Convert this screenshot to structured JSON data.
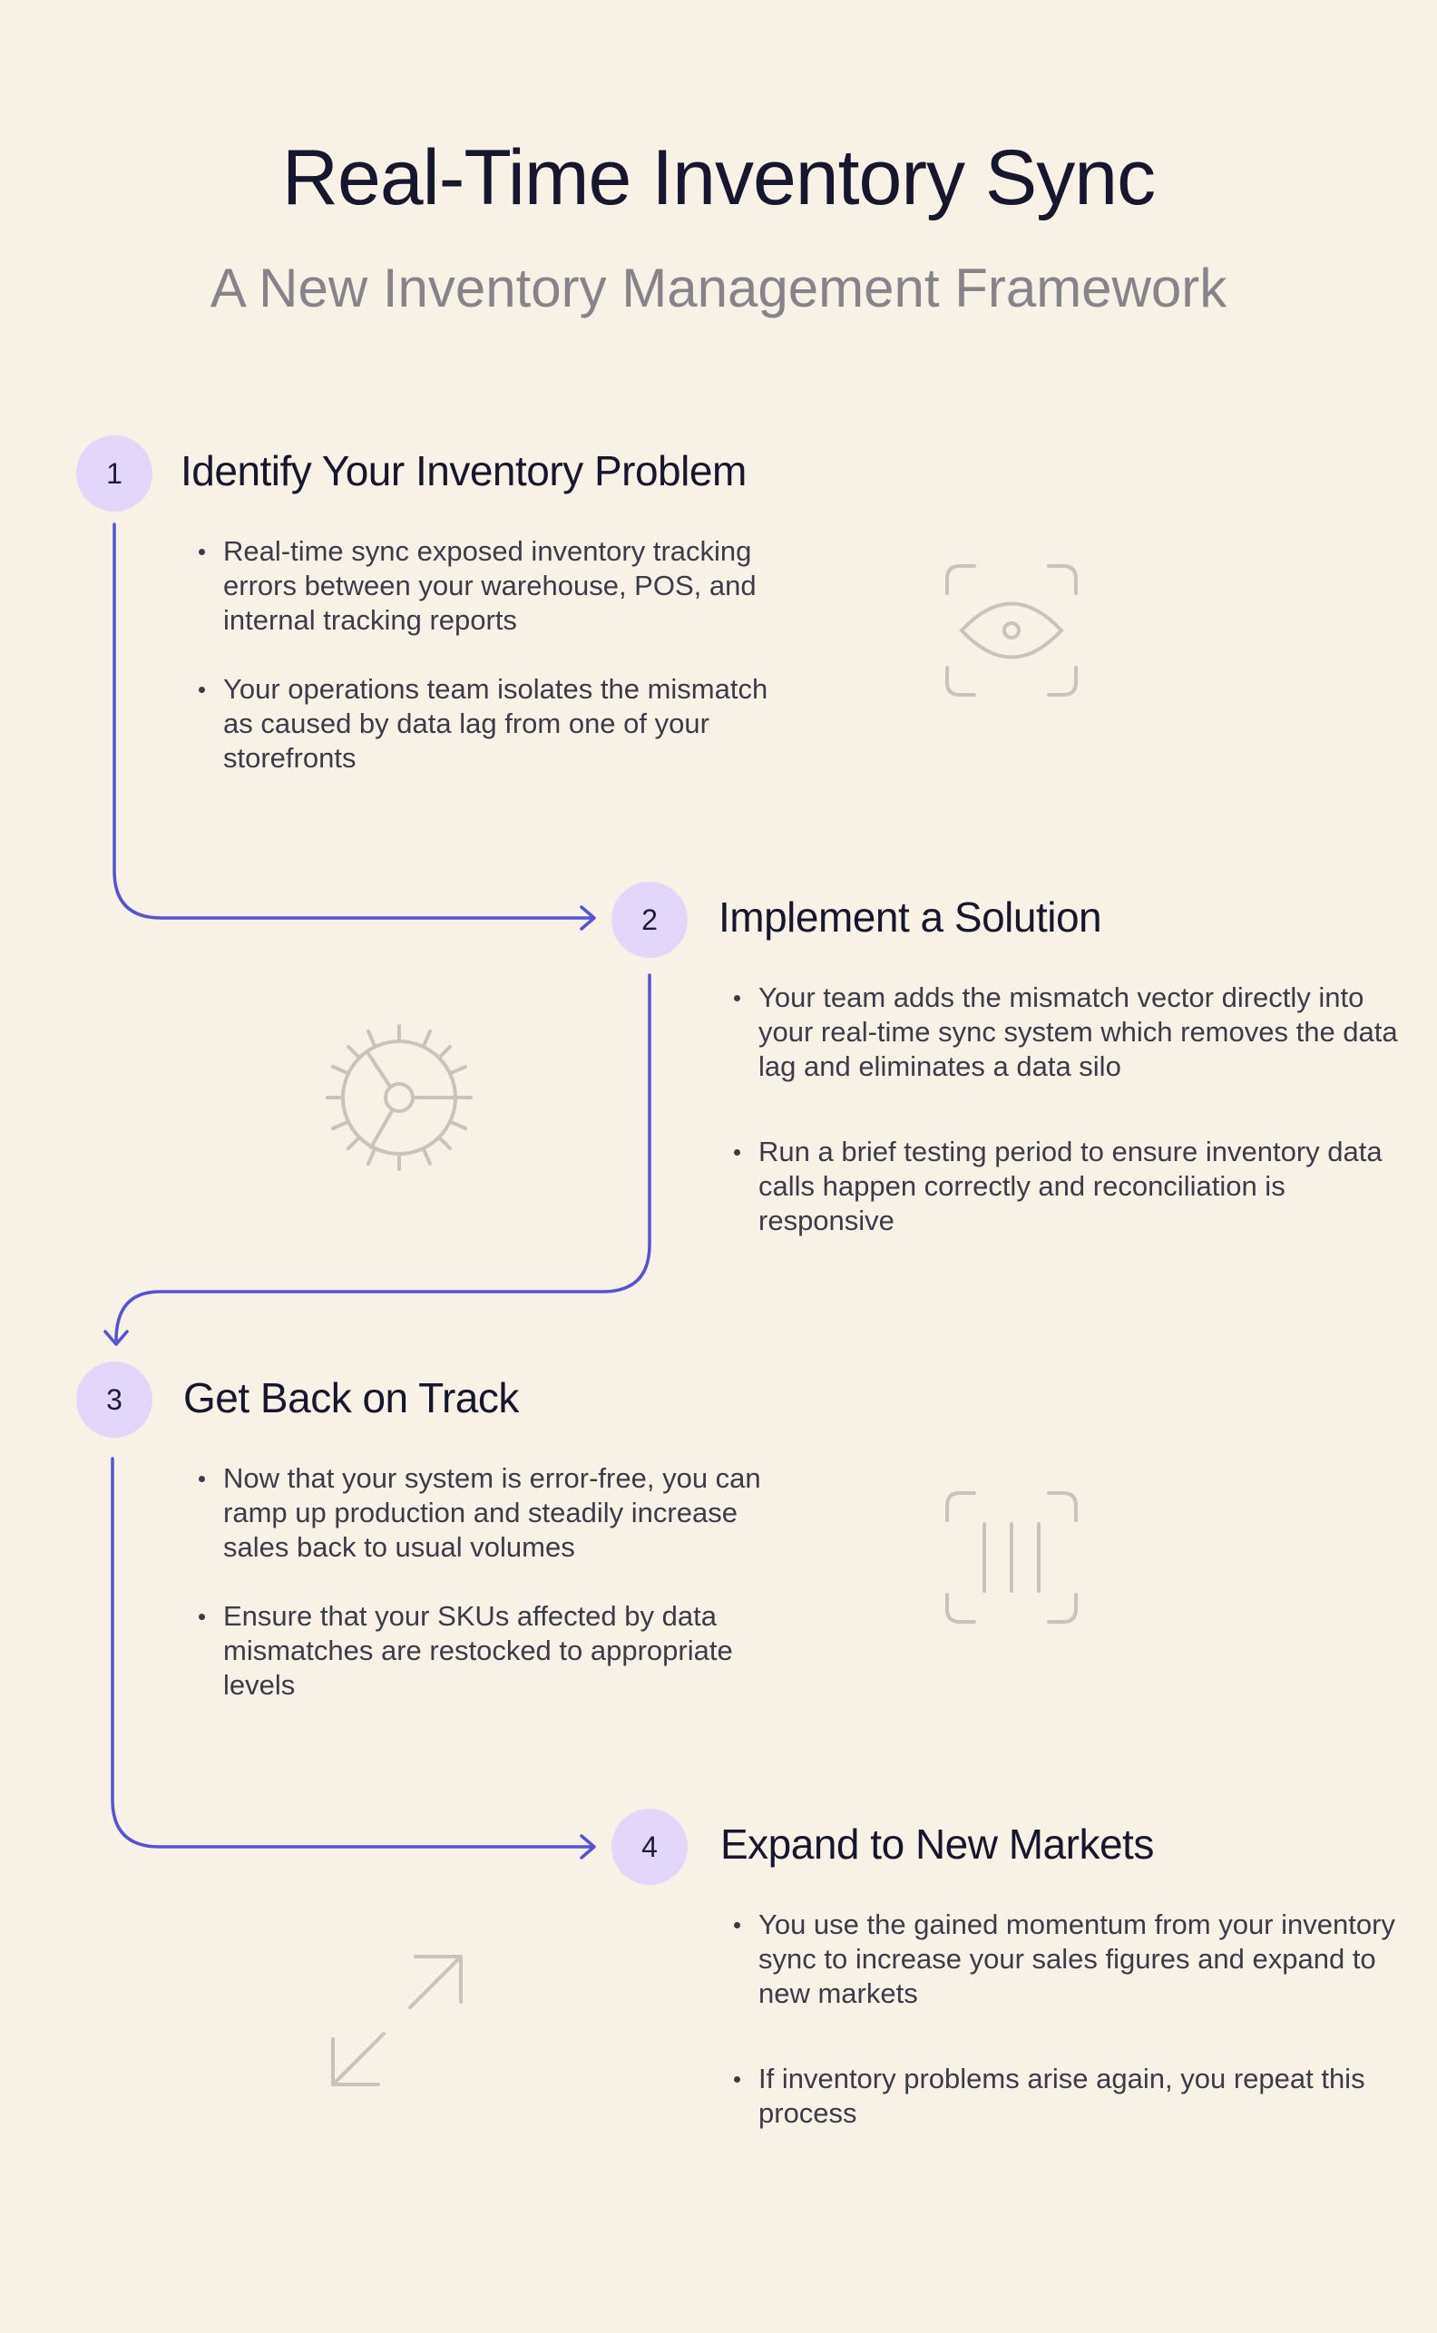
{
  "title": "Real-Time Inventory Sync",
  "subtitle": "A New Inventory Management Framework",
  "colors": {
    "background": "#f8f2e6",
    "accent_line": "#5352dc",
    "step_circle": "#e3d6fb",
    "icon_stroke": "#c8c4bc"
  },
  "steps": [
    {
      "number": "1",
      "title": "Identify Your Inventory Problem",
      "icon": "eye-scan-icon",
      "bullets": [
        "Real-time sync exposed inventory tracking errors between your warehouse, POS, and internal tracking reports",
        "Your operations team isolates the mismatch as caused by data lag from one of your storefronts"
      ]
    },
    {
      "number": "2",
      "title": "Implement a Solution",
      "icon": "gear-icon",
      "bullets": [
        "Your team adds the mismatch vector directly into your real-time sync system which removes the data lag and eliminates a data silo",
        "Run a brief testing period  to ensure inventory data calls happen correctly and reconciliation is responsive"
      ]
    },
    {
      "number": "3",
      "title": "Get Back on Track",
      "icon": "barcode-scan-icon",
      "bullets": [
        "Now that your system is error-free, you can ramp up production and steadily increase sales back to usual volumes",
        "Ensure that your SKUs affected by data mismatches are restocked to appropriate levels"
      ]
    },
    {
      "number": "4",
      "title": "Expand to New Markets",
      "icon": "expand-arrows-icon",
      "bullets": [
        "You use the gained momentum from your inventory sync to increase your sales figures and expand to new markets",
        "If inventory problems arise again, you repeat this process"
      ]
    }
  ]
}
